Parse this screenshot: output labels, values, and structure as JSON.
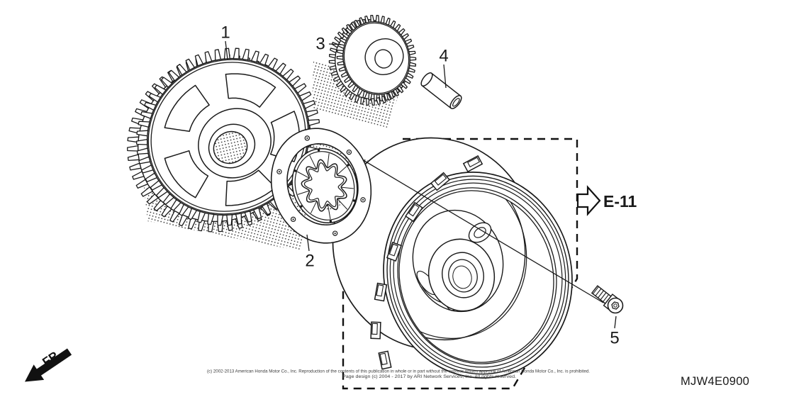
{
  "diagram": {
    "code": "MJW4E0900",
    "direction_label": "FR.",
    "reference_label": "E-11",
    "callouts": [
      {
        "number": "1"
      },
      {
        "number": "2"
      },
      {
        "number": "3"
      },
      {
        "number": "4"
      },
      {
        "number": "5"
      }
    ],
    "copyright_line1": "(c) 2002-2013 American Honda Motor Co., Inc. Reproduction of the contents of this publication in whole or in part without the express written approval of American Honda Motor Co., Inc. is prohibited.",
    "copyright_line2": "Page design (c) 2004 - 2017 by ARI Network Services, Inc. All rights reserved.",
    "colors": {
      "line": "#1a1a1a",
      "background": "#ffffff",
      "stipple_dot": "#2e2e2e"
    }
  }
}
